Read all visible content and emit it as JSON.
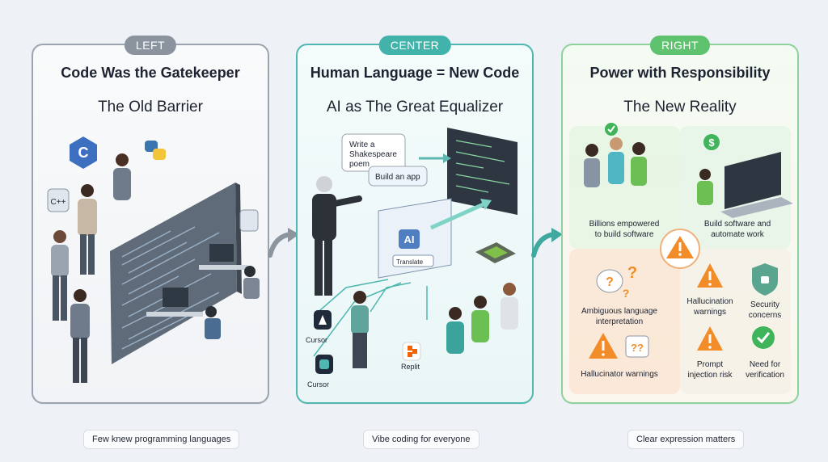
{
  "panels": {
    "left": {
      "tag": "LEFT",
      "title": "Code Was the Gatekeeper",
      "subtitle": "The Old Barrier",
      "caption": "Few knew programming languages",
      "badges": [
        "C",
        "C++"
      ]
    },
    "center": {
      "tag": "CENTER",
      "title": "Human Language = New Code",
      "subtitle": "AI as The Great Equalizer",
      "caption": "Vibe coding for everyone",
      "bubble_1": "Write a Shakespeare poem",
      "bubble_2": "Build an app",
      "ai_label": "AI",
      "translate_label": "Translate",
      "tools": [
        "Cursor",
        "Cursor",
        "Replit"
      ]
    },
    "right": {
      "tag": "RIGHT",
      "title": "Power with Responsibility",
      "subtitle": "The New Reality",
      "caption": "Clear expression matters",
      "items": [
        "Billions empowered to build software",
        "Build software and automate work",
        "Ambiguous language interpretation",
        "Hallucination warnings",
        "Security concerns",
        "Hallucinator warnings",
        "Prompt injection risk",
        "Need for verification"
      ]
    }
  },
  "colors": {
    "left_border": "#9aa3ae",
    "center_border": "#4fb7b0",
    "right_border": "#8fd19a",
    "warning_orange": "#f28c28",
    "check_green": "#3fb45a"
  }
}
